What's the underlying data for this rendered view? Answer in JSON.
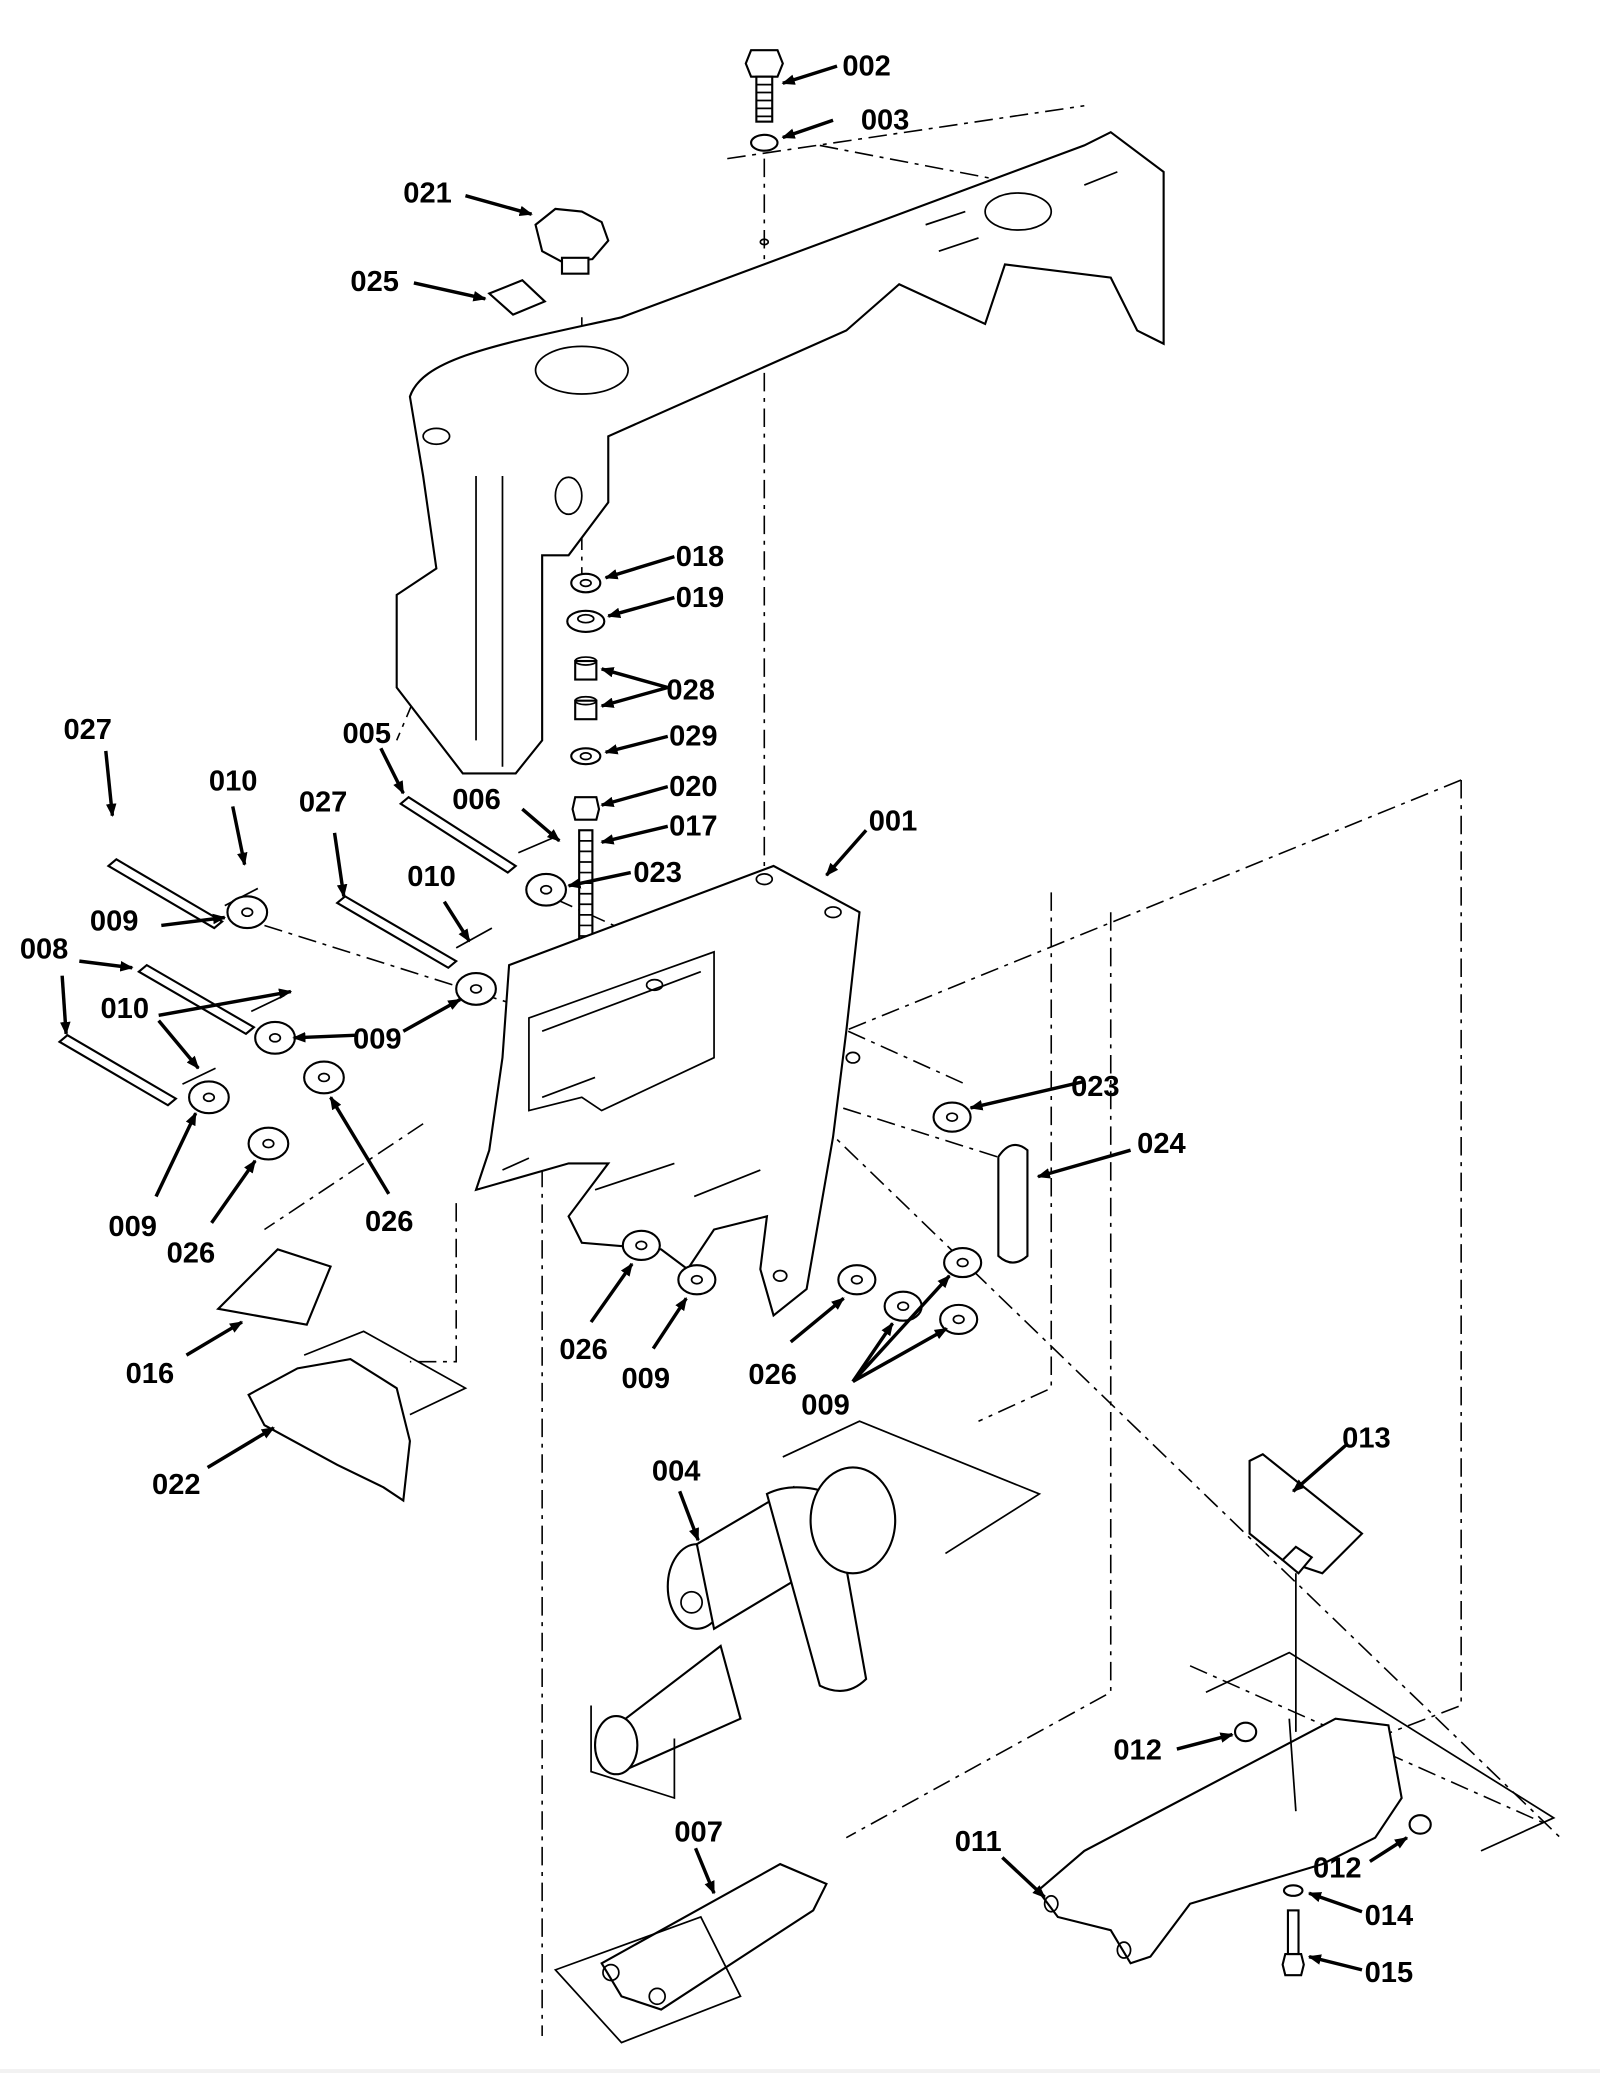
{
  "diagram": {
    "type": "exploded-parts-diagram",
    "colors": {
      "line": "#000000",
      "background": "#ffffff"
    },
    "callouts": [
      {
        "id": "c002",
        "label": "002",
        "part": "hex bolt"
      },
      {
        "id": "c003",
        "label": "003",
        "part": "washer"
      },
      {
        "id": "c021",
        "label": "021",
        "part": "star knob"
      },
      {
        "id": "c025",
        "label": "025",
        "part": "clip plate"
      },
      {
        "id": "c018",
        "label": "018",
        "part": "washer"
      },
      {
        "id": "c019",
        "label": "019",
        "part": "washer"
      },
      {
        "id": "c028",
        "label": "028",
        "part": "spacer"
      },
      {
        "id": "c029",
        "label": "029",
        "part": "washer"
      },
      {
        "id": "c020",
        "label": "020",
        "part": "hex nut"
      },
      {
        "id": "c017",
        "label": "017",
        "part": "threaded rod"
      },
      {
        "id": "c023a",
        "label": "023",
        "part": "washer"
      },
      {
        "id": "c001",
        "label": "001",
        "part": "mounting bracket"
      },
      {
        "id": "c005",
        "label": "005",
        "part": "pin"
      },
      {
        "id": "c006",
        "label": "006",
        "part": "cotter pin"
      },
      {
        "id": "c027a",
        "label": "027",
        "part": "pin"
      },
      {
        "id": "c010a",
        "label": "010",
        "part": "cotter pin"
      },
      {
        "id": "c027b",
        "label": "027",
        "part": "pin"
      },
      {
        "id": "c010b",
        "label": "010",
        "part": "cotter pin"
      },
      {
        "id": "c009a",
        "label": "009",
        "part": "washer"
      },
      {
        "id": "c008",
        "label": "008",
        "part": "pin"
      },
      {
        "id": "c010c",
        "label": "010",
        "part": "cotter pin"
      },
      {
        "id": "c009b",
        "label": "009",
        "part": "washer"
      },
      {
        "id": "c026a",
        "label": "026",
        "part": "washer"
      },
      {
        "id": "c009c",
        "label": "009",
        "part": "washer"
      },
      {
        "id": "c026b",
        "label": "026",
        "part": "washer"
      },
      {
        "id": "c023b",
        "label": "023",
        "part": "washer"
      },
      {
        "id": "c024",
        "label": "024",
        "part": "bumper"
      },
      {
        "id": "c016",
        "label": "016",
        "part": "pad"
      },
      {
        "id": "c022",
        "label": "022",
        "part": "bracket"
      },
      {
        "id": "c026c",
        "label": "026",
        "part": "washer"
      },
      {
        "id": "c009d",
        "label": "009",
        "part": "washer"
      },
      {
        "id": "c026d",
        "label": "026",
        "part": "washer"
      },
      {
        "id": "c009e",
        "label": "009",
        "part": "washers"
      },
      {
        "id": "c004",
        "label": "004",
        "part": "actuator"
      },
      {
        "id": "c013",
        "label": "013",
        "part": "bracket"
      },
      {
        "id": "c012a",
        "label": "012",
        "part": "bushing"
      },
      {
        "id": "c011",
        "label": "011",
        "part": "arm"
      },
      {
        "id": "c012b",
        "label": "012",
        "part": "bushing"
      },
      {
        "id": "c014",
        "label": "014",
        "part": "washer"
      },
      {
        "id": "c015",
        "label": "015",
        "part": "bolt"
      },
      {
        "id": "c007",
        "label": "007",
        "part": "link"
      }
    ]
  }
}
